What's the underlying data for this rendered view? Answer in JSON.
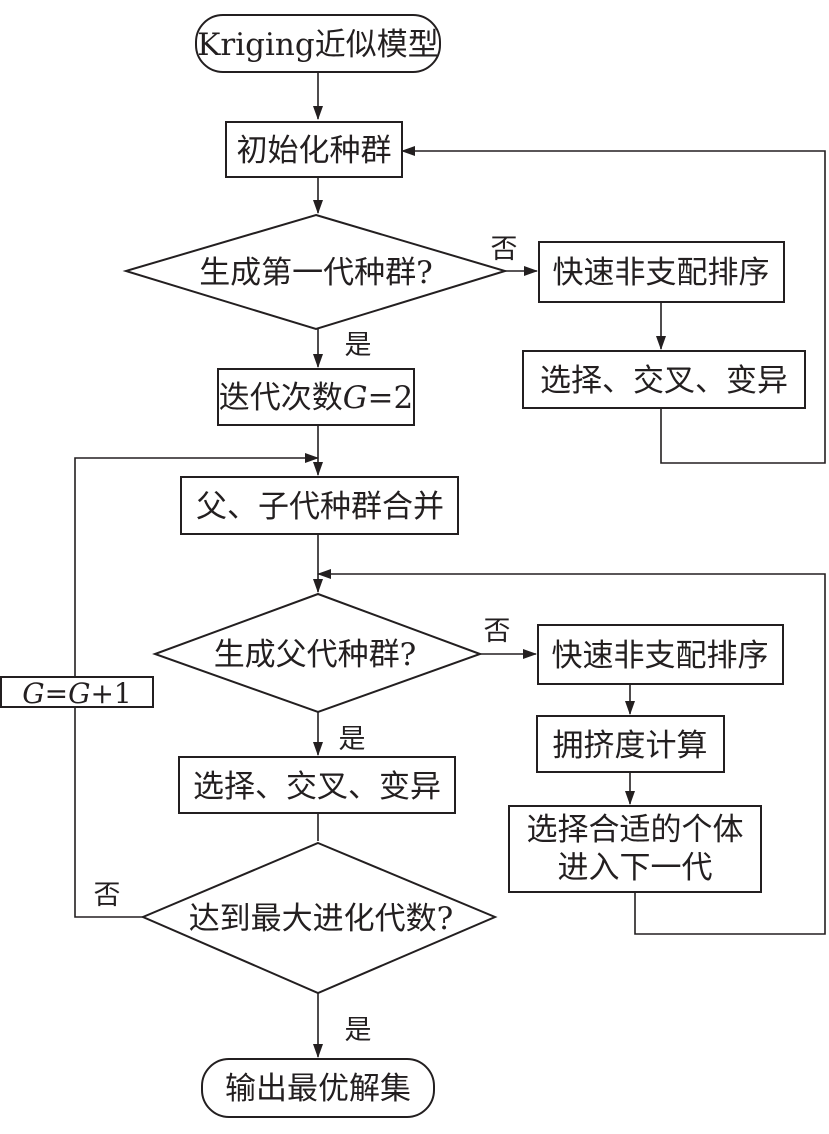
{
  "nodes": {
    "kriging_model": "Kriging近似模型",
    "init_population": "初始化种群",
    "is_first_generation": "生成第一代种群?",
    "fast_sort_1": "快速非支配排序",
    "genetic_ops_1": "选择、交叉、变异",
    "iteration_count": {
      "prefix": "迭代次数",
      "var": "G",
      "suffix": "=2"
    },
    "merge_populations": "父、子代种群合并",
    "is_parent_generated": "生成父代种群?",
    "fast_sort_2": "快速非支配排序",
    "crowding_distance": "拥挤度计算",
    "select_individuals_line1": "选择合适的个体",
    "select_individuals_line2": "进入下一代",
    "genetic_ops_2": "选择、交叉、变异",
    "is_max_generation": "达到最大进化代数?",
    "increment": {
      "var1": "G",
      "eq": "=",
      "var2": "G",
      "suffix": "+1"
    },
    "output_solution": "输出最优解集"
  },
  "labels": {
    "no_1": "否",
    "yes_1": "是",
    "no_2": "否",
    "yes_2": "是",
    "no_3": "否",
    "yes_3": "是"
  }
}
